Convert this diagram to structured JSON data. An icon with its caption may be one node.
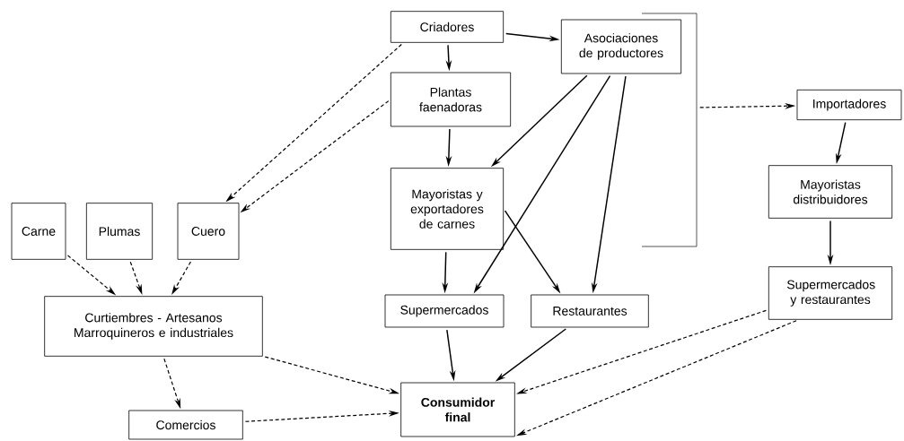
{
  "diagram": {
    "nodes": [
      {
        "text": [
          "Criadores"
        ]
      },
      {
        "text": [
          "Asociaciones de productores"
        ]
      },
      {
        "text": [
          "Plantas faenadoras"
        ]
      },
      {
        "text": [
          "Importadores"
        ]
      },
      {
        "text": [
          "Mayoristas y exportadores de carnes"
        ]
      },
      {
        "text": [
          "Mayoristas distribuidores"
        ]
      },
      {
        "text": [
          "Carne"
        ]
      },
      {
        "text": [
          "Plumas"
        ]
      },
      {
        "text": [
          "Cuero"
        ]
      },
      {
        "text": [
          "Supermercados"
        ]
      },
      {
        "text": [
          "Restaurantes"
        ]
      },
      {
        "text": [
          "Supermercados y restaurantes"
        ]
      },
      {
        "text": [
          "Curtiembres - Artesanos Marroquineros e industriales"
        ]
      },
      {
        "text": [
          "Consumidor final"
        ]
      },
      {
        "text": [
          "Comercios"
        ]
      }
    ],
    "edges": [
      {
        "from": 0,
        "to": 2,
        "arrow": "to"
      },
      {
        "from": 0,
        "to": 1,
        "arrow": "to"
      },
      {
        "from": 2,
        "to": 4,
        "arrow": "to"
      },
      {
        "from": 1,
        "to": 4,
        "arrow": "to"
      },
      {
        "from": 1,
        "to": 9,
        "arrow": "to"
      },
      {
        "from": 1,
        "to": 10,
        "arrow": "to"
      },
      {
        "from": 4,
        "to": 9,
        "arrow": "to"
      },
      {
        "from": 4,
        "to": 10,
        "arrow": "to"
      },
      {
        "from": 0,
        "to": 8,
        "arrow": "to",
        "style": "dashed"
      },
      {
        "from": 2,
        "to": 8,
        "arrow": "to",
        "style": "dashed"
      },
      {
        "from": 1,
        "to": 3,
        "arrow": "to",
        "style": "dashed"
      },
      {
        "from": 3,
        "to": 5,
        "arrow": "to"
      },
      {
        "from": 5,
        "to": 11,
        "arrow": "to"
      },
      {
        "from": 6,
        "to": 12,
        "arrow": "to",
        "style": "dashed"
      },
      {
        "from": 7,
        "to": 12,
        "arrow": "to",
        "style": "dashed"
      },
      {
        "from": 8,
        "to": 12,
        "arrow": "to",
        "style": "dashed"
      },
      {
        "from": 12,
        "to": 13,
        "arrow": "to",
        "style": "dashed"
      },
      {
        "from": 12,
        "to": 14,
        "arrow": "to",
        "style": "dashed"
      },
      {
        "from": 14,
        "to": 13,
        "arrow": "to",
        "style": "dashed"
      },
      {
        "from": 9,
        "to": 13,
        "arrow": "to"
      },
      {
        "from": 10,
        "to": 13,
        "arrow": "to"
      },
      {
        "from": 11,
        "to": 13,
        "arrow": "to",
        "style": "dashed"
      },
      {
        "from": 11,
        "to": 13,
        "arrow": "to",
        "style": "dashed"
      }
    ]
  }
}
